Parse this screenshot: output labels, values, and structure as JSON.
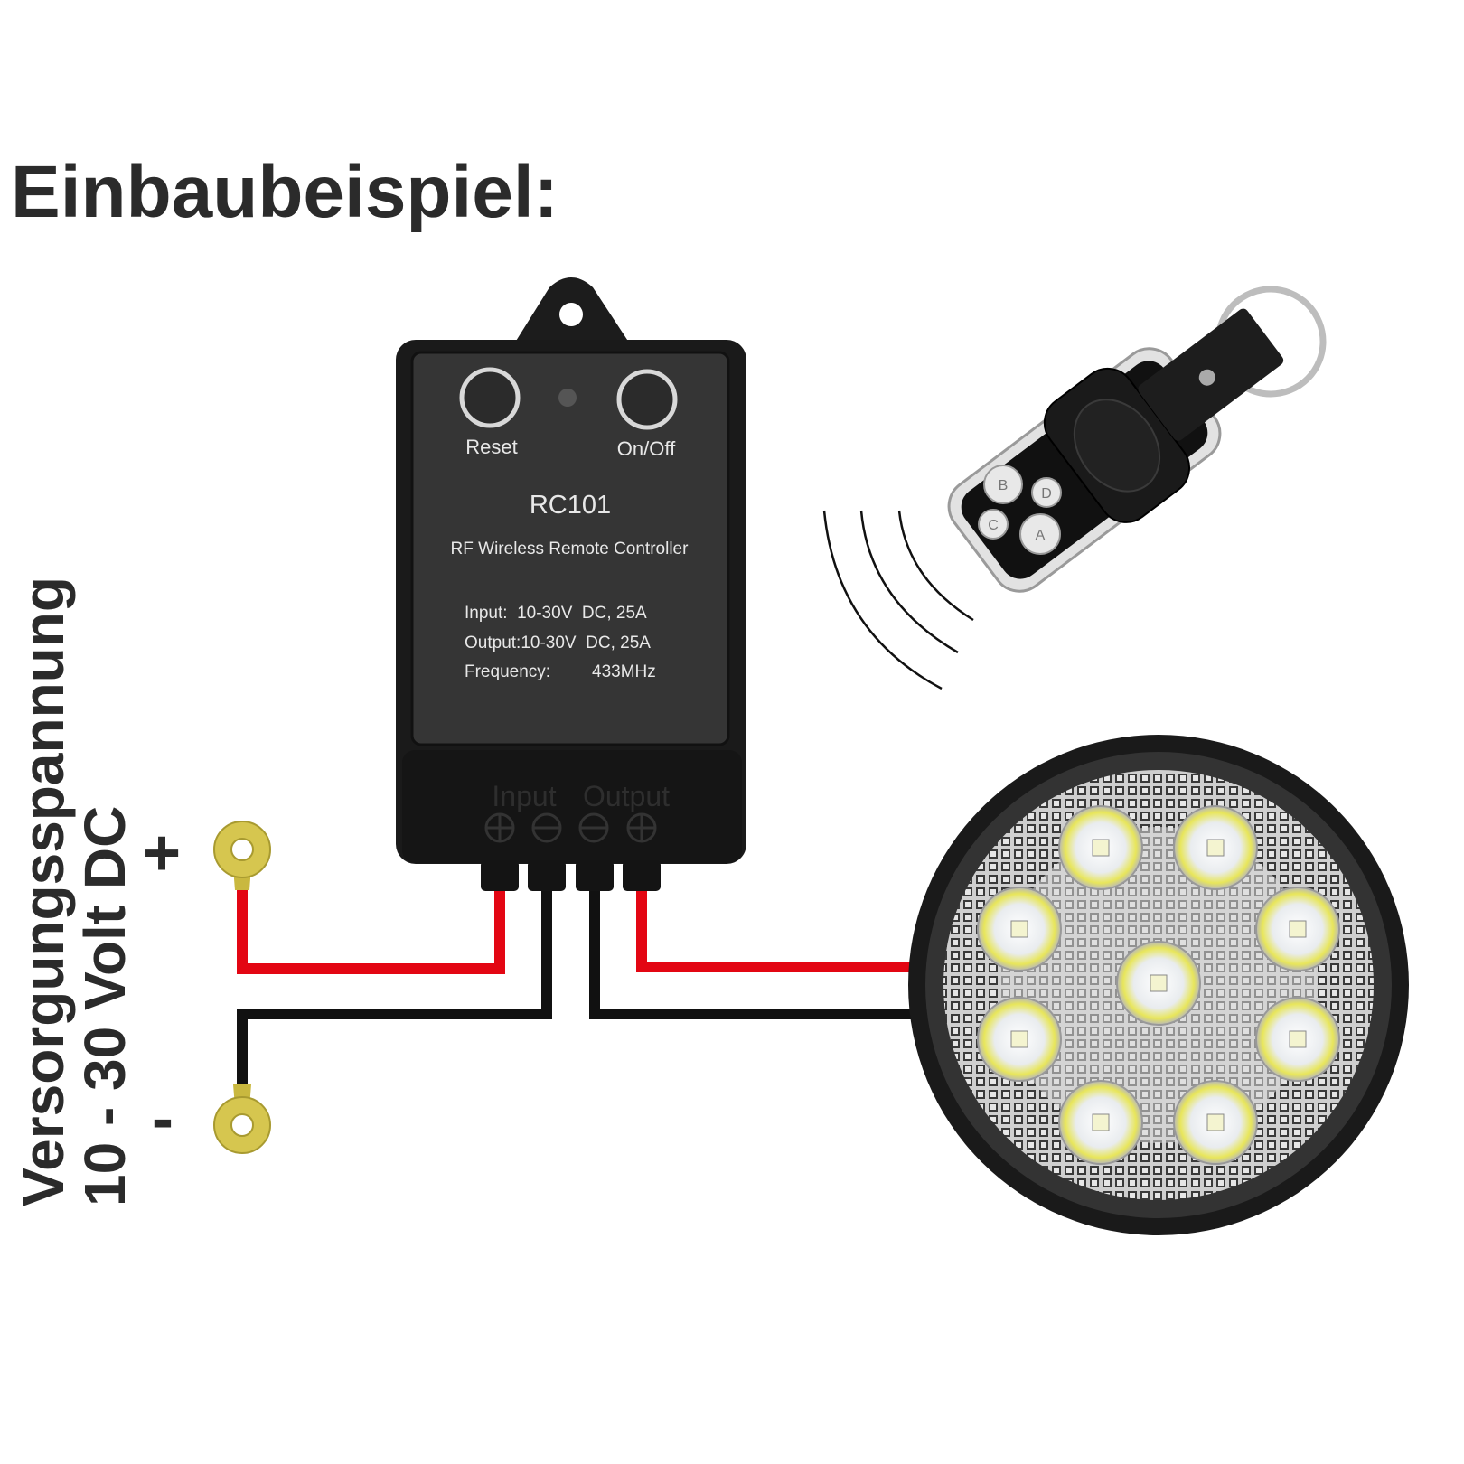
{
  "title": "Einbaubeispiel:",
  "supply_label": {
    "line1": "Versorgungsspannung",
    "line2": "10 - 30 Volt DC",
    "plus": "+",
    "minus": "-"
  },
  "controller": {
    "reset_label": "Reset",
    "onoff_label": "On/Off",
    "model": "RC101",
    "description": "RF Wireless Remote Controller",
    "input_spec": "Input:  10-30V  DC, 25A",
    "output_spec": "Output:10-30V  DC, 25A",
    "frequency_label": "Frequency:",
    "frequency_value": "433MHz",
    "port_input": "Input",
    "port_output": "Output"
  },
  "remote": {
    "buttons": [
      "A",
      "B",
      "C",
      "D"
    ]
  },
  "colors": {
    "wire_positive": "#e30613",
    "wire_negative": "#111111",
    "terminal": "#d6c64f",
    "housing": "#1c1c1c"
  }
}
